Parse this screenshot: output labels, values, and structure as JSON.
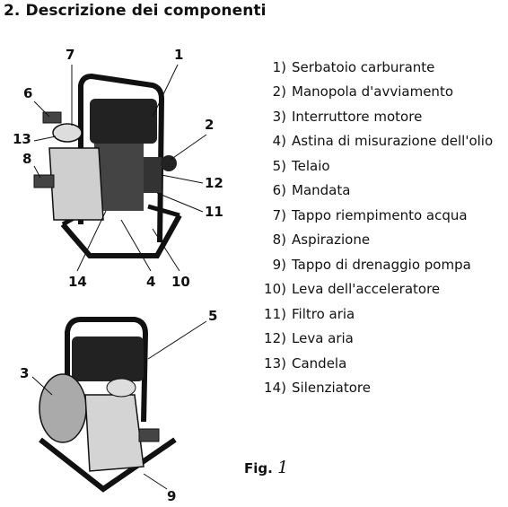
{
  "heading": "2. Descrizione dei componenti",
  "components": [
    {
      "num": "1)",
      "label": "Serbatoio carburante"
    },
    {
      "num": "2)",
      "label": "Manopola d'avviamento"
    },
    {
      "num": "3)",
      "label": "Interruttore motore"
    },
    {
      "num": "4)",
      "label": "Astina di misurazione dell'olio"
    },
    {
      "num": "5)",
      "label": "Telaio"
    },
    {
      "num": "6)",
      "label": "Mandata"
    },
    {
      "num": "7)",
      "label": "Tappo riempimento acqua"
    },
    {
      "num": "8)",
      "label": "Aspirazione"
    },
    {
      "num": "9)",
      "label": "Tappo di drenaggio pompa"
    },
    {
      "num": "10)",
      "label": "Leva dell'acceleratore"
    },
    {
      "num": "11)",
      "label": "Filtro aria"
    },
    {
      "num": "12)",
      "label": "Leva aria"
    },
    {
      "num": "13)",
      "label": "Candela"
    },
    {
      "num": "14)",
      "label": "Silenziatore"
    }
  ],
  "callouts_top": [
    "7",
    "1",
    "6",
    "2",
    "13",
    "8",
    "12",
    "11",
    "14",
    "4",
    "10"
  ],
  "callouts_bottom": [
    "5",
    "3",
    "9"
  ],
  "figure": {
    "prefix": "Fig.",
    "number": "1"
  }
}
